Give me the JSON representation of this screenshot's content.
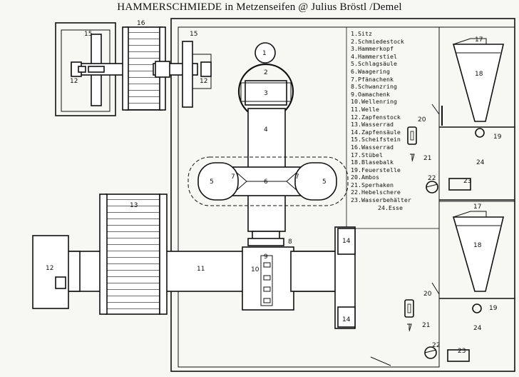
{
  "title": "HAMMERSCHMIEDE  in Metzenseifen  @  Julius Bröstl /Demel",
  "legend": [
    "1.Sitz",
    "2.Schmiedestock",
    "3.Hammerkopf",
    "4.Hammerstiel",
    "5.Schlagsäule",
    "6.Waagering",
    "7.Pfänachenk",
    "8.Schwanzring",
    "9.Oamachenk",
    "10.Wellenring",
    "11.Welle",
    "12.Zapfenstock",
    "13.Wasserrad",
    "14.Zapfensäule",
    "15.Scheifstein",
    "16.Wasserrad",
    "17.Stübel",
    "18.Blasebalk",
    "19.Feuerstelle",
    "20.Ambos",
    "21.Sperhaken",
    "22.Hebelschere",
    "23.Wasserbehälter",
    "24.Esse"
  ],
  "labels": {
    "n1": "1",
    "n2": "2",
    "n3": "3",
    "n4": "4",
    "n5a": "5",
    "n5b": "5",
    "n6": "6",
    "n7a": "7",
    "n7b": "7",
    "n8": "8",
    "n9": "9",
    "n10": "10",
    "n11": "11",
    "n12a": "12",
    "n12b": "12",
    "n12c": "12",
    "n13": "13",
    "n14a": "14",
    "n14b": "14",
    "n15a": "15",
    "n15b": "15",
    "n16": "16",
    "n17a": "17",
    "n17b": "17",
    "n18a": "18",
    "n18b": "18",
    "n19a": "19",
    "n19b": "19",
    "n20a": "20",
    "n20b": "20",
    "n21a": "21",
    "n21b": "21",
    "n22a": "22",
    "n22b": "22",
    "n23a": "23",
    "n23b": "23",
    "n24a": "24",
    "n24b": "24"
  }
}
